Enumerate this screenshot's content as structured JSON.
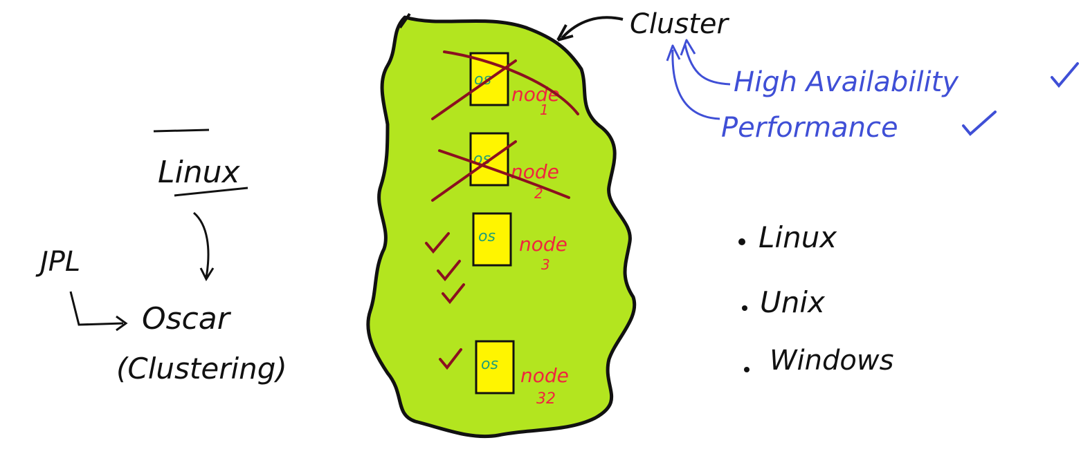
{
  "colors": {
    "cluster_fill": "#b3e51f",
    "os_box_fill": "#fff500",
    "black_ink": "#111111",
    "blue_ink": "#3f4fd6",
    "red_ink": "#f0243f",
    "teal_ink": "#1f9e78",
    "strike_ink": "#8b1020",
    "check_ink": "#8b1020"
  },
  "icons": {
    "check_mark": "check-icon",
    "strike_through": "cross-out-icon",
    "bullet": "bullet-dot-icon"
  },
  "cluster": {
    "label": "Cluster",
    "nodes": [
      {
        "os_label": "os",
        "node_label": "node",
        "node_number": "1",
        "status": "failed"
      },
      {
        "os_label": "os",
        "node_label": "node",
        "node_number": "2",
        "status": "failed"
      },
      {
        "os_label": "os",
        "node_label": "node",
        "node_number": "3",
        "status": "ok"
      },
      {
        "os_label": "os",
        "node_label": "node",
        "node_number": "32",
        "status": "ok"
      }
    ]
  },
  "benefits": {
    "items": [
      {
        "label": "High Availability"
      },
      {
        "label": "Performance"
      }
    ]
  },
  "left_notes": {
    "linux_heading": "Linux",
    "jpl": "JPL",
    "oscar": "Oscar",
    "clustering": "(Clustering)"
  },
  "os_list": {
    "items": [
      "Linux",
      "Unix",
      "Windows"
    ]
  }
}
